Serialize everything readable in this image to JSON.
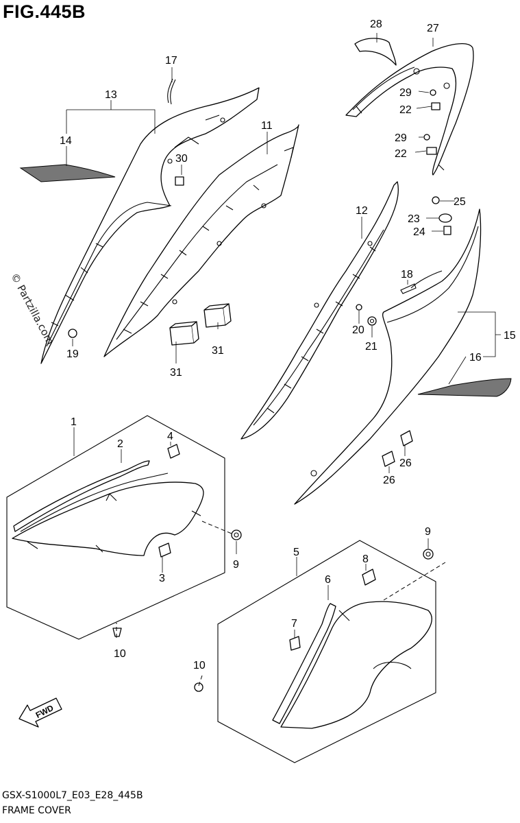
{
  "figure": {
    "title": "FIG.445B",
    "model_code": "GSX-S1000L7_E03_E28_445B",
    "section_name": "FRAME COVER",
    "watermark": "© Partzilla.com",
    "fwd_arrow_label": "FWD"
  },
  "callouts": [
    {
      "id": "c1",
      "text": "1"
    },
    {
      "id": "c2",
      "text": "2"
    },
    {
      "id": "c3",
      "text": "3"
    },
    {
      "id": "c4",
      "text": "4"
    },
    {
      "id": "c5",
      "text": "5"
    },
    {
      "id": "c6",
      "text": "6"
    },
    {
      "id": "c7",
      "text": "7"
    },
    {
      "id": "c8",
      "text": "8"
    },
    {
      "id": "c9a",
      "text": "9"
    },
    {
      "id": "c9b",
      "text": "9"
    },
    {
      "id": "c10a",
      "text": "10"
    },
    {
      "id": "c10b",
      "text": "10"
    },
    {
      "id": "c11",
      "text": "11"
    },
    {
      "id": "c12",
      "text": "12"
    },
    {
      "id": "c13",
      "text": "13"
    },
    {
      "id": "c14",
      "text": "14"
    },
    {
      "id": "c15",
      "text": "15"
    },
    {
      "id": "c16",
      "text": "16"
    },
    {
      "id": "c17",
      "text": "17"
    },
    {
      "id": "c18",
      "text": "18"
    },
    {
      "id": "c19",
      "text": "19"
    },
    {
      "id": "c20",
      "text": "20"
    },
    {
      "id": "c21",
      "text": "21"
    },
    {
      "id": "c22a",
      "text": "22"
    },
    {
      "id": "c22b",
      "text": "22"
    },
    {
      "id": "c23",
      "text": "23"
    },
    {
      "id": "c24",
      "text": "24"
    },
    {
      "id": "c25",
      "text": "25"
    },
    {
      "id": "c26a",
      "text": "26"
    },
    {
      "id": "c26b",
      "text": "26"
    },
    {
      "id": "c27",
      "text": "27"
    },
    {
      "id": "c28",
      "text": "28"
    },
    {
      "id": "c29a",
      "text": "29"
    },
    {
      "id": "c29b",
      "text": "29"
    },
    {
      "id": "c30",
      "text": "30"
    },
    {
      "id": "c31a",
      "text": "31"
    },
    {
      "id": "c31b",
      "text": "31"
    }
  ]
}
